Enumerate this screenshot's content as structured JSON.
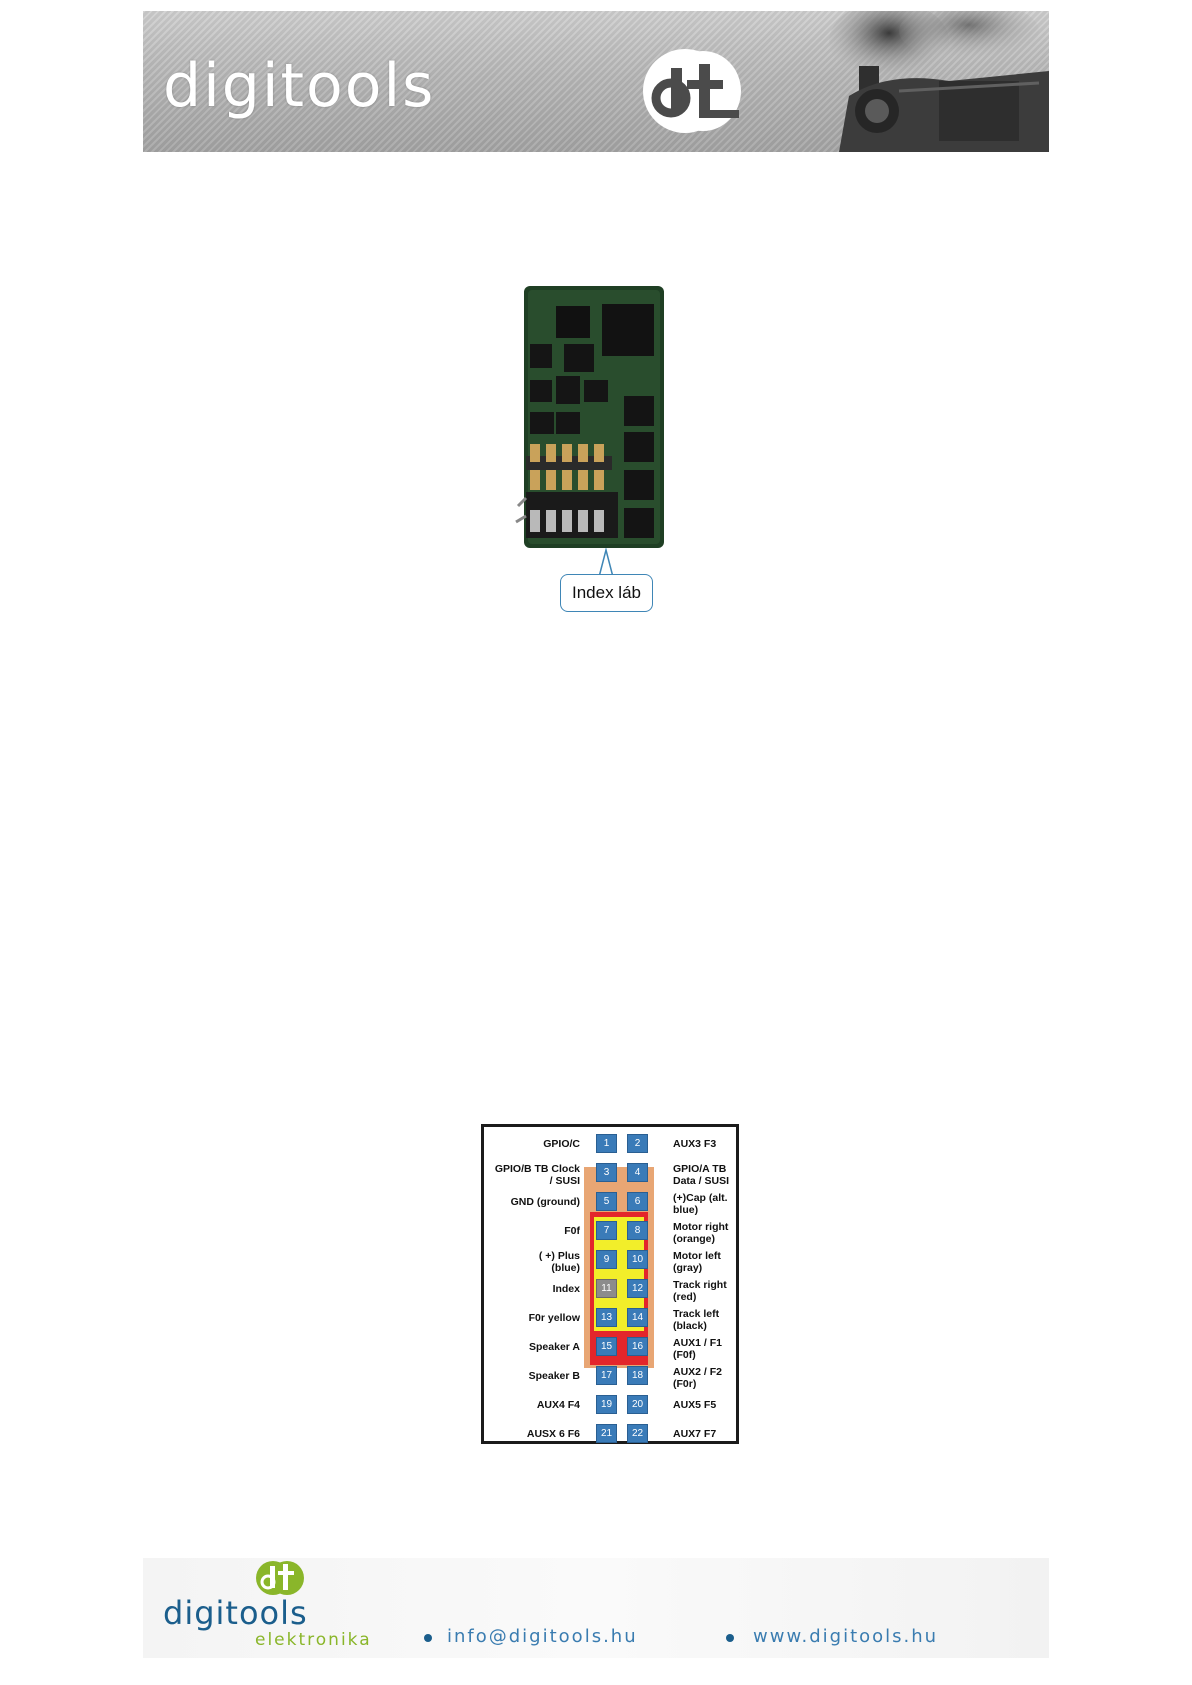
{
  "header": {
    "brand": "digitools"
  },
  "photo": {
    "callout": "Index láb"
  },
  "pinout": {
    "pins": [
      {
        "num": "1"
      },
      {
        "num": "2"
      },
      {
        "num": "3"
      },
      {
        "num": "4"
      },
      {
        "num": "5"
      },
      {
        "num": "6"
      },
      {
        "num": "7"
      },
      {
        "num": "8"
      },
      {
        "num": "9"
      },
      {
        "num": "10"
      },
      {
        "num": "11"
      },
      {
        "num": "12"
      },
      {
        "num": "13"
      },
      {
        "num": "14"
      },
      {
        "num": "15"
      },
      {
        "num": "16"
      },
      {
        "num": "17"
      },
      {
        "num": "18"
      },
      {
        "num": "19"
      },
      {
        "num": "20"
      },
      {
        "num": "21"
      },
      {
        "num": "22"
      }
    ],
    "left_labels": [
      [
        "GPIO/C"
      ],
      [
        "GPIO/B TB Clock",
        "/ SUSI"
      ],
      [
        "GND (ground)"
      ],
      [
        "F0f"
      ],
      [
        "( +) Plus",
        "(blue)"
      ],
      [
        "Index"
      ],
      [
        "F0r yellow"
      ],
      [
        "Speaker  A"
      ],
      [
        "Speaker  B"
      ],
      [
        "AUX4 F4"
      ],
      [
        "AUSX 6 F6"
      ]
    ],
    "right_labels": [
      [
        "AUX3 F3"
      ],
      [
        "GPIO/A TB",
        "Data / SUSI"
      ],
      [
        "(+)Cap (alt.",
        "blue)"
      ],
      [
        "Motor right",
        "(orange)"
      ],
      [
        "Motor left",
        "(gray)"
      ],
      [
        "Track right",
        "(red)"
      ],
      [
        "Track left",
        "(black)"
      ],
      [
        "AUX1 / F1",
        "(F0f)"
      ],
      [
        "AUX2 / F2",
        "(F0r)"
      ],
      [
        "AUX5 F5"
      ],
      [
        "AUX7 F7"
      ]
    ],
    "colors": {
      "pin": "#3a7bb8",
      "index_pin": "#8c8c8c",
      "orange_zone": "#e8a674",
      "red_zone": "#e3262b",
      "yellow_zone": "#f2ee2a"
    }
  },
  "footer": {
    "brand": "digitools",
    "sub": "elektronika",
    "email": "info@digitools.hu",
    "website": "www.digitools.hu"
  }
}
